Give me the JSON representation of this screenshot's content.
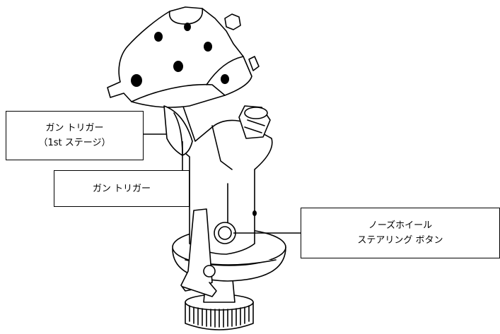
{
  "callouts": {
    "gun_trigger_first_stage": {
      "line1": "ガン トリガー",
      "line2": "（1st ステージ）"
    },
    "gun_trigger": {
      "line1": "ガン トリガー"
    },
    "nosewheel_steering_button": {
      "line1": "ノーズホイール",
      "line2": "ステアリング ボタン"
    }
  },
  "colors": {
    "line": "#000000",
    "fill": "#ffffff",
    "dot": "#000000"
  },
  "icons": {
    "main": "flight-control-stick-icon"
  }
}
